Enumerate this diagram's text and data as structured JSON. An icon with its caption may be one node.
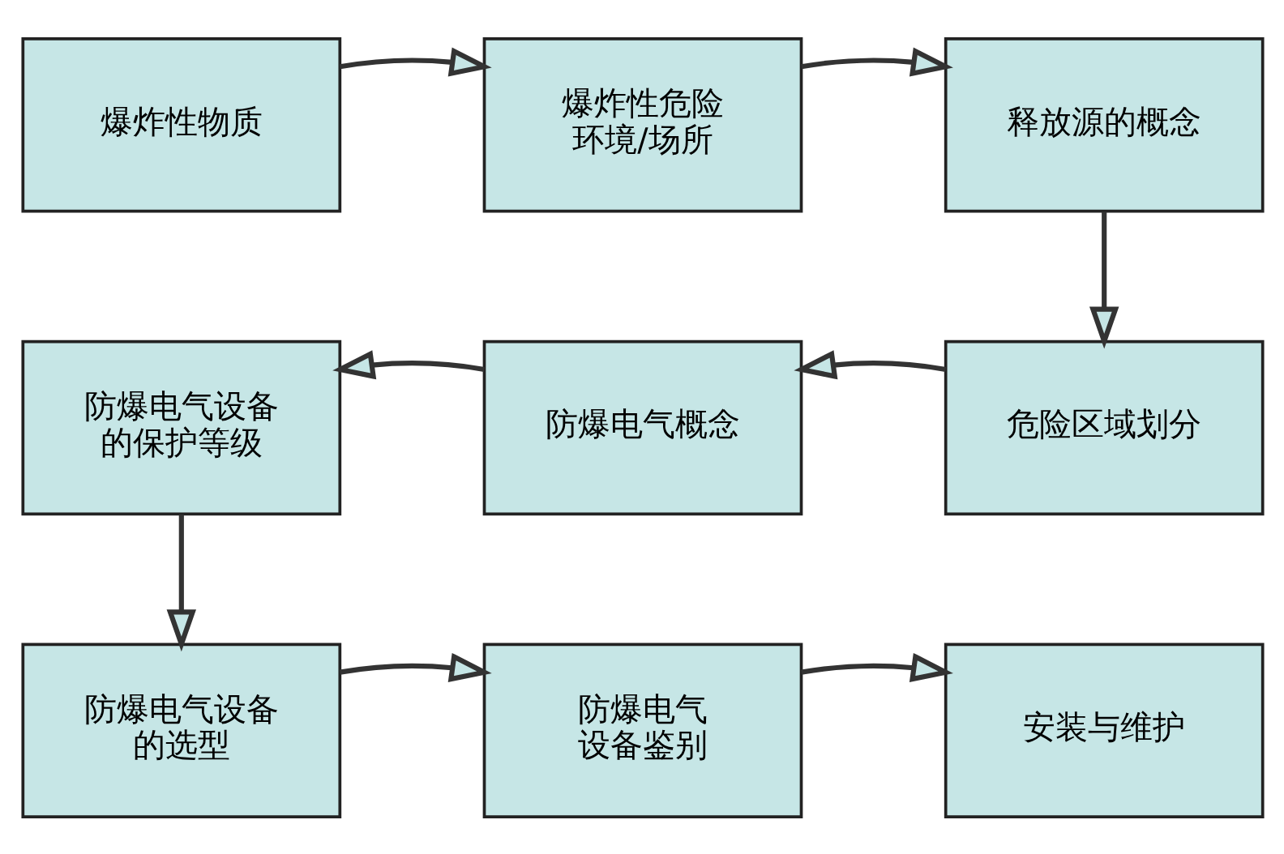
{
  "diagram": {
    "nodes": [
      {
        "text": [
          "爆炸性物质"
        ]
      },
      {
        "text": [
          "爆炸性危险环境/场所"
        ]
      },
      {
        "text": [
          "释放源的概念"
        ]
      },
      {
        "text": [
          "防爆电气设备的保护等级"
        ]
      },
      {
        "text": [
          "防爆电气概念"
        ]
      },
      {
        "text": [
          "危险区域划分"
        ]
      },
      {
        "text": [
          "防爆电气设备的选型"
        ]
      },
      {
        "text": [
          "防爆电气设备鉴别"
        ]
      },
      {
        "text": [
          "安装与维护"
        ]
      }
    ],
    "edges": [
      {
        "from": 0,
        "to": 1,
        "arrow": "to"
      },
      {
        "from": 1,
        "to": 2,
        "arrow": "to"
      },
      {
        "from": 2,
        "to": 5,
        "arrow": "to"
      },
      {
        "from": 5,
        "to": 4,
        "arrow": "to"
      },
      {
        "from": 4,
        "to": 3,
        "arrow": "to"
      },
      {
        "from": 3,
        "to": 6,
        "arrow": "to"
      },
      {
        "from": 6,
        "to": 7,
        "arrow": "to"
      },
      {
        "from": 7,
        "to": 8,
        "arrow": "to"
      }
    ]
  }
}
